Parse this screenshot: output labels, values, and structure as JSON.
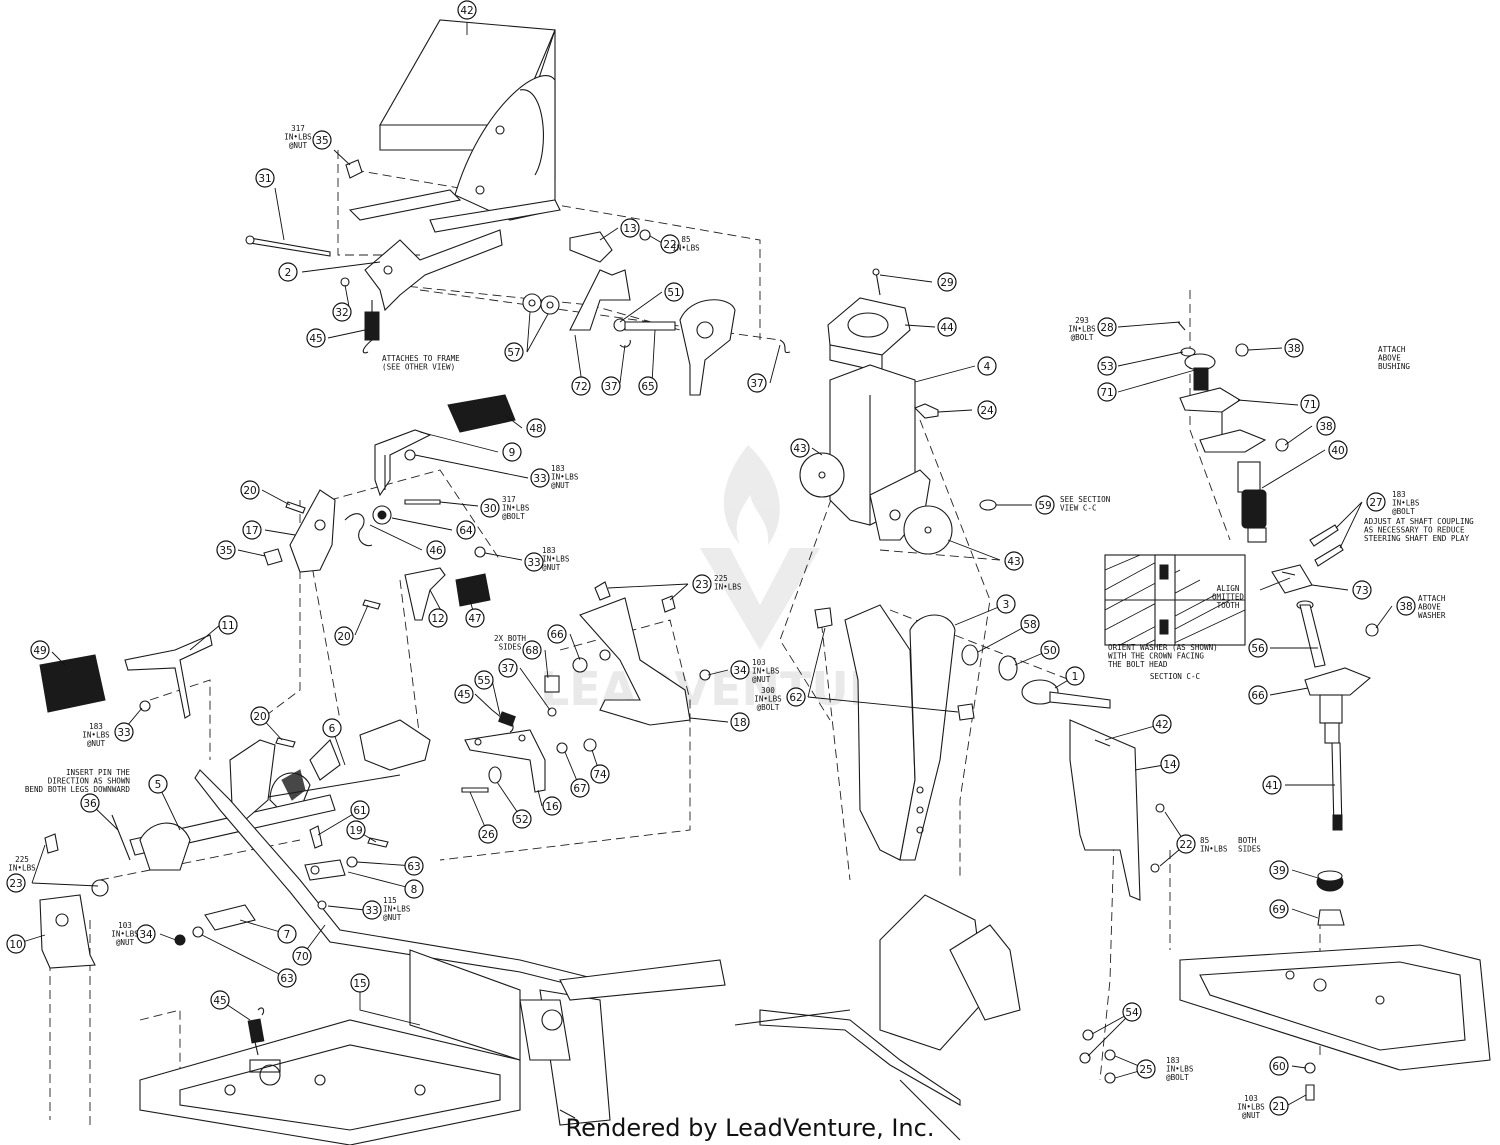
{
  "callouts": [
    {
      "id": "42",
      "label": "42"
    },
    {
      "id": "35a",
      "label": "35"
    },
    {
      "id": "31",
      "label": "31"
    },
    {
      "id": "13",
      "label": "13"
    },
    {
      "id": "22a",
      "label": "22"
    },
    {
      "id": "2",
      "label": "2"
    },
    {
      "id": "32",
      "label": "32"
    },
    {
      "id": "45a",
      "label": "45"
    },
    {
      "id": "51",
      "label": "51"
    },
    {
      "id": "57",
      "label": "57"
    },
    {
      "id": "72",
      "label": "72"
    },
    {
      "id": "37a",
      "label": "37"
    },
    {
      "id": "65",
      "label": "65"
    },
    {
      "id": "37b",
      "label": "37"
    },
    {
      "id": "29",
      "label": "29"
    },
    {
      "id": "44",
      "label": "44"
    },
    {
      "id": "4",
      "label": "4"
    },
    {
      "id": "24",
      "label": "24"
    },
    {
      "id": "43a",
      "label": "43"
    },
    {
      "id": "43b",
      "label": "43"
    },
    {
      "id": "59",
      "label": "59"
    },
    {
      "id": "28",
      "label": "28"
    },
    {
      "id": "53",
      "label": "53"
    },
    {
      "id": "71a",
      "label": "71"
    },
    {
      "id": "38a",
      "label": "38"
    },
    {
      "id": "71b",
      "label": "71"
    },
    {
      "id": "38b",
      "label": "38"
    },
    {
      "id": "40",
      "label": "40"
    },
    {
      "id": "27",
      "label": "27"
    },
    {
      "id": "73",
      "label": "73"
    },
    {
      "id": "38c",
      "label": "38"
    },
    {
      "id": "56",
      "label": "56"
    },
    {
      "id": "66b",
      "label": "66"
    },
    {
      "id": "41",
      "label": "41"
    },
    {
      "id": "39",
      "label": "39"
    },
    {
      "id": "69",
      "label": "69"
    },
    {
      "id": "60",
      "label": "60"
    },
    {
      "id": "21",
      "label": "21"
    },
    {
      "id": "48",
      "label": "48"
    },
    {
      "id": "9",
      "label": "9"
    },
    {
      "id": "33a",
      "label": "33"
    },
    {
      "id": "20a",
      "label": "20"
    },
    {
      "id": "30",
      "label": "30"
    },
    {
      "id": "17",
      "label": "17"
    },
    {
      "id": "64",
      "label": "64"
    },
    {
      "id": "35b",
      "label": "35"
    },
    {
      "id": "46",
      "label": "46"
    },
    {
      "id": "33b",
      "label": "33"
    },
    {
      "id": "23a",
      "label": "23"
    },
    {
      "id": "12",
      "label": "12"
    },
    {
      "id": "47",
      "label": "47"
    },
    {
      "id": "20b",
      "label": "20"
    },
    {
      "id": "11",
      "label": "11"
    },
    {
      "id": "49",
      "label": "49"
    },
    {
      "id": "33c",
      "label": "33"
    },
    {
      "id": "68",
      "label": "68"
    },
    {
      "id": "66a",
      "label": "66"
    },
    {
      "id": "37c",
      "label": "37"
    },
    {
      "id": "34a",
      "label": "34"
    },
    {
      "id": "55",
      "label": "55"
    },
    {
      "id": "45b",
      "label": "45"
    },
    {
      "id": "18",
      "label": "18"
    },
    {
      "id": "20c",
      "label": "20"
    },
    {
      "id": "6",
      "label": "6"
    },
    {
      "id": "5",
      "label": "5"
    },
    {
      "id": "74",
      "label": "74"
    },
    {
      "id": "67",
      "label": "67"
    },
    {
      "id": "16",
      "label": "16"
    },
    {
      "id": "52",
      "label": "52"
    },
    {
      "id": "26",
      "label": "26"
    },
    {
      "id": "36",
      "label": "36"
    },
    {
      "id": "61",
      "label": "61"
    },
    {
      "id": "19",
      "label": "19"
    },
    {
      "id": "63a",
      "label": "63"
    },
    {
      "id": "8",
      "label": "8"
    },
    {
      "id": "23b",
      "label": "23"
    },
    {
      "id": "33d",
      "label": "33"
    },
    {
      "id": "7",
      "label": "7"
    },
    {
      "id": "10",
      "label": "10"
    },
    {
      "id": "34b",
      "label": "34"
    },
    {
      "id": "63b",
      "label": "63"
    },
    {
      "id": "70",
      "label": "70"
    },
    {
      "id": "15",
      "label": "15"
    },
    {
      "id": "45c",
      "label": "45"
    },
    {
      "id": "3",
      "label": "3"
    },
    {
      "id": "58",
      "label": "58"
    },
    {
      "id": "50",
      "label": "50"
    },
    {
      "id": "62",
      "label": "62"
    },
    {
      "id": "1",
      "label": "1"
    },
    {
      "id": "42b",
      "label": "42"
    },
    {
      "id": "14",
      "label": "14"
    },
    {
      "id": "22b",
      "label": "22"
    },
    {
      "id": "54",
      "label": "54"
    },
    {
      "id": "25",
      "label": "25"
    }
  ],
  "notes": {
    "n317_35": [
      "317",
      "IN•LBS",
      "@NUT"
    ],
    "n85_22a": [
      "85",
      "IN•LBS"
    ],
    "attaches_frame": [
      "ATTACHES TO FRAME",
      "(SEE OTHER VIEW)"
    ],
    "n293_28": [
      "293",
      "IN•LBS",
      "@BOLT"
    ],
    "attach_bushing": [
      "ATTACH",
      "ABOVE",
      "BUSHING"
    ],
    "n183_27": [
      "183",
      "IN•LBS",
      "@BOLT"
    ],
    "adjust_note": [
      "ADJUST AT SHAFT COUPLING",
      "AS NECESSARY TO REDUCE",
      "STEERING SHAFT END PLAY"
    ],
    "align_note": [
      "ALIGN",
      "OMITTED",
      "TOOTH"
    ],
    "attach_washer": [
      "ATTACH",
      "ABOVE",
      "WASHER"
    ],
    "see_section": [
      "SEE SECTION",
      "VIEW C-C"
    ],
    "orient_note": [
      "ORIENT WASHER (AS SHOWN)",
      "WITH THE CROWN FACING",
      "THE BOLT HEAD"
    ],
    "section_title": "SECTION C-C",
    "n183_33a": [
      "183",
      "IN•LBS",
      "@NUT"
    ],
    "n317_30": [
      "317",
      "IN•LBS",
      "@BOLT"
    ],
    "n183_33b": [
      "183",
      "IN•LBS",
      "@NUT"
    ],
    "n225_23a": [
      "225",
      "IN•LBS"
    ],
    "twox_note": [
      "2X BOTH",
      "SIDES"
    ],
    "n183_33c": [
      "183",
      "IN•LBS",
      "@NUT"
    ],
    "n103_34a": [
      "103",
      "IN•LBS",
      "@NUT"
    ],
    "n300_62": [
      "300",
      "IN•LBS",
      "@BOLT"
    ],
    "insert_pin": [
      "INSERT PIN THE",
      "DIRECTION AS SHOWN",
      "BEND BOTH LEGS DOWNWARD"
    ],
    "n225_23b": [
      "225",
      "IN•LBS"
    ],
    "n115_33d": [
      "115",
      "IN•LBS",
      "@NUT"
    ],
    "n103_34b": [
      "103",
      "IN•LBS",
      "@NUT"
    ],
    "n85_22b": [
      "85",
      "IN•LBS"
    ],
    "both_sides_22b": [
      "BOTH",
      "SIDES"
    ],
    "n183_25": [
      "183",
      "IN•LBS",
      "@BOLT"
    ],
    "n103_21": [
      "103",
      "IN•LBS",
      "@NUT"
    ]
  },
  "watermark": "LEADVENTURE",
  "footer": "Rendered by LeadVenture, Inc."
}
